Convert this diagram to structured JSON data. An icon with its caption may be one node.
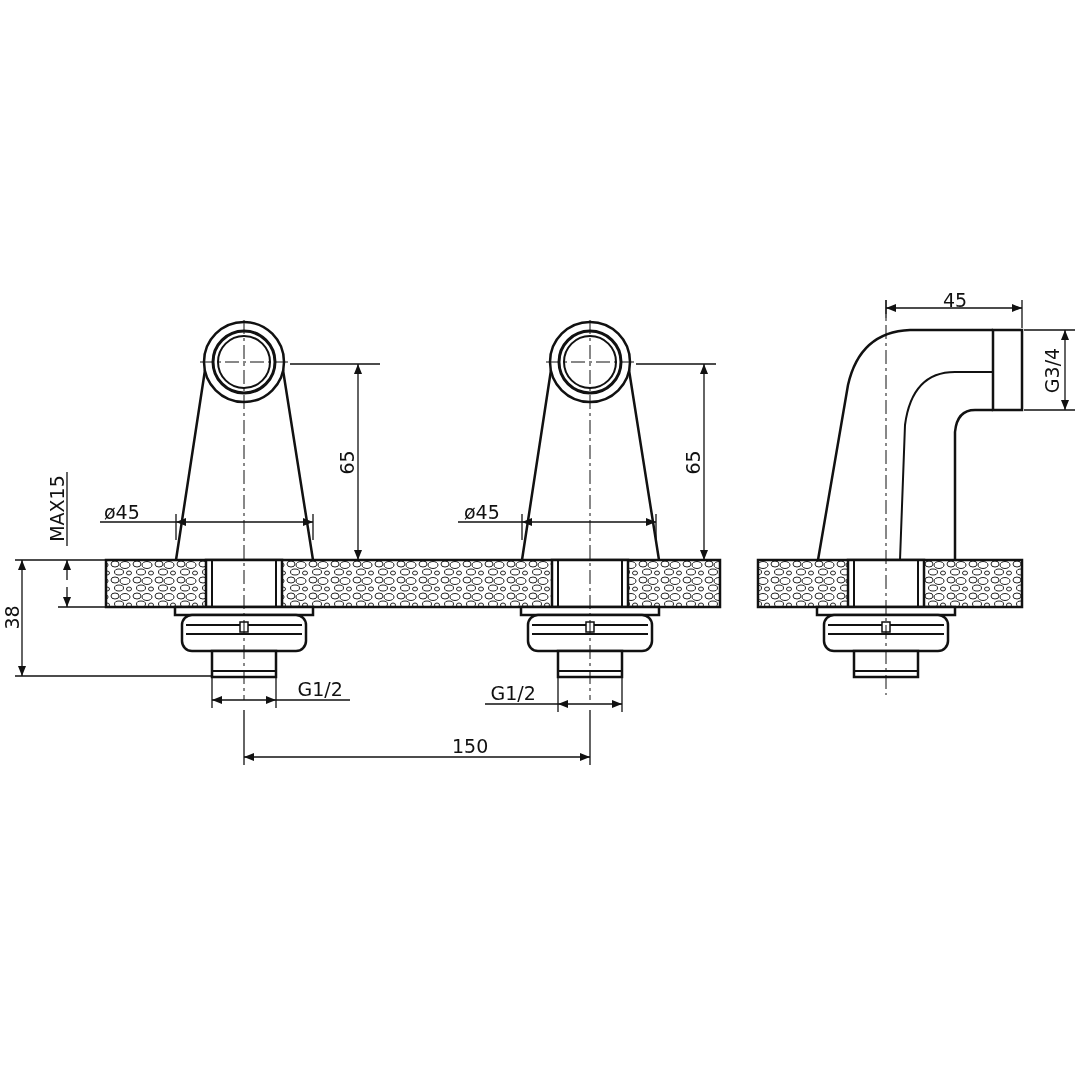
{
  "diagram": {
    "labels": [
      "45",
      "G3/4",
      "MAX15",
      "65",
      "65",
      "ø45",
      "ø45",
      "38",
      "G1/2",
      "G1/2",
      "150"
    ]
  }
}
